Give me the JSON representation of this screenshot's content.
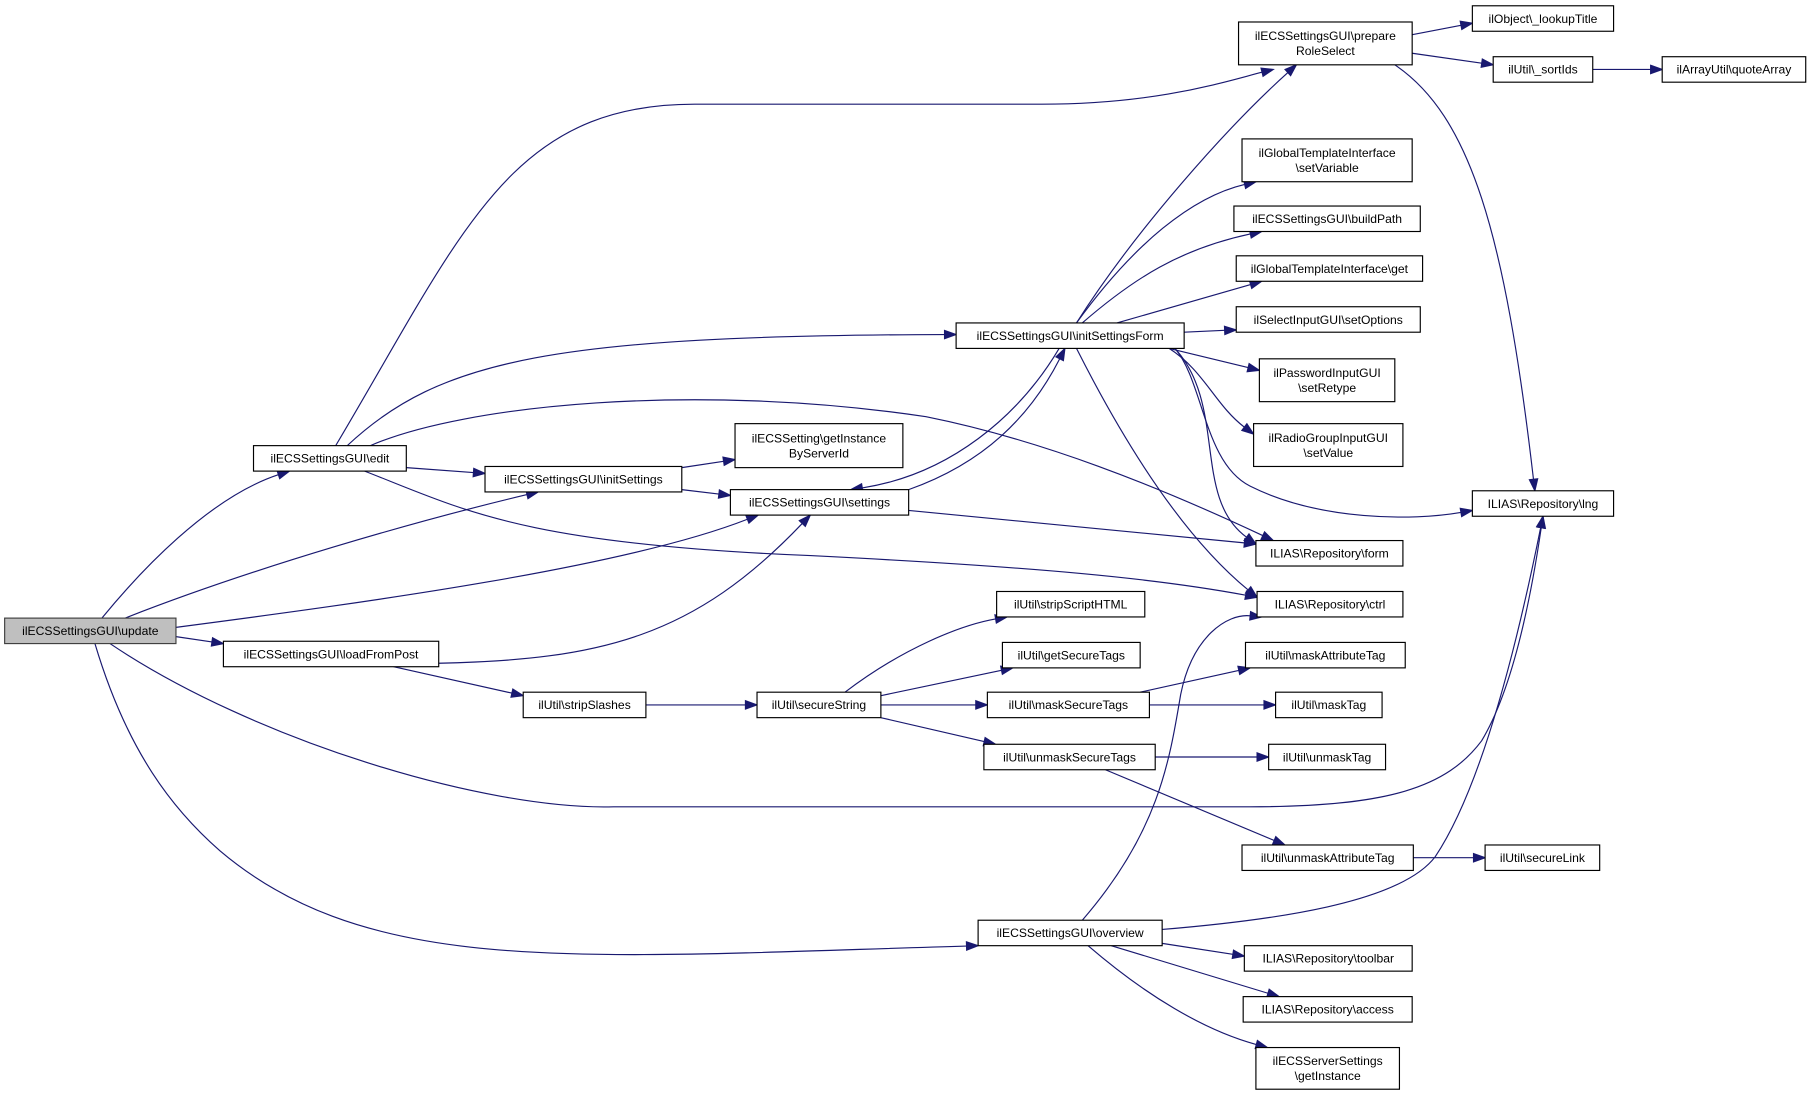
{
  "diagram": {
    "type": "call-graph",
    "root": "update",
    "colors": {
      "edge": "#191970",
      "root_fill": "#bfbfbf",
      "node_fill": "#ffffff",
      "node_border": "#000000"
    },
    "nodes": [
      {
        "id": "update",
        "lines": [
          "ilECSSettingsGUI\\update"
        ],
        "root": true
      },
      {
        "id": "edit",
        "lines": [
          "ilECSSettingsGUI\\edit"
        ]
      },
      {
        "id": "loadFromPost",
        "lines": [
          "ilECSSettingsGUI\\loadFromPost"
        ]
      },
      {
        "id": "initSettings",
        "lines": [
          "ilECSSettingsGUI\\initSettings"
        ]
      },
      {
        "id": "getInstanceByServerId",
        "lines": [
          "ilECSSetting\\getInstance",
          "ByServerId"
        ]
      },
      {
        "id": "settings",
        "lines": [
          "ilECSSettingsGUI\\settings"
        ]
      },
      {
        "id": "initSettingsForm",
        "lines": [
          "ilECSSettingsGUI\\initSettingsForm"
        ]
      },
      {
        "id": "prepareRoleSelect",
        "lines": [
          "ilECSSettingsGUI\\prepare",
          "RoleSelect"
        ]
      },
      {
        "id": "lookupTitle",
        "lines": [
          "ilObject\\_lookupTitle"
        ]
      },
      {
        "id": "sortIds",
        "lines": [
          "ilUtil\\_sortIds"
        ]
      },
      {
        "id": "quoteArray",
        "lines": [
          "ilArrayUtil\\quoteArray"
        ]
      },
      {
        "id": "setVariable",
        "lines": [
          "ilGlobalTemplateInterface",
          "\\setVariable"
        ]
      },
      {
        "id": "buildPath",
        "lines": [
          "ilECSSettingsGUI\\buildPath"
        ]
      },
      {
        "id": "tplGet",
        "lines": [
          "ilGlobalTemplateInterface\\get"
        ]
      },
      {
        "id": "setOptions",
        "lines": [
          "ilSelectInputGUI\\setOptions"
        ]
      },
      {
        "id": "setRetype",
        "lines": [
          "ilPasswordInputGUI",
          "\\setRetype"
        ]
      },
      {
        "id": "radioSetValue",
        "lines": [
          "ilRadioGroupInputGUI",
          "\\setValue"
        ]
      },
      {
        "id": "lng",
        "lines": [
          "ILIAS\\Repository\\lng"
        ]
      },
      {
        "id": "form",
        "lines": [
          "ILIAS\\Repository\\form"
        ]
      },
      {
        "id": "ctrl",
        "lines": [
          "ILIAS\\Repository\\ctrl"
        ]
      },
      {
        "id": "stripScriptHTML",
        "lines": [
          "ilUtil\\stripScriptHTML"
        ]
      },
      {
        "id": "getSecureTags",
        "lines": [
          "ilUtil\\getSecureTags"
        ]
      },
      {
        "id": "maskAttributeTag",
        "lines": [
          "ilUtil\\maskAttributeTag"
        ]
      },
      {
        "id": "stripSlashes",
        "lines": [
          "ilUtil\\stripSlashes"
        ]
      },
      {
        "id": "secureString",
        "lines": [
          "ilUtil\\secureString"
        ]
      },
      {
        "id": "maskSecureTags",
        "lines": [
          "ilUtil\\maskSecureTags"
        ]
      },
      {
        "id": "maskTag",
        "lines": [
          "ilUtil\\maskTag"
        ]
      },
      {
        "id": "unmaskSecureTags",
        "lines": [
          "ilUtil\\unmaskSecureTags"
        ]
      },
      {
        "id": "unmaskTag",
        "lines": [
          "ilUtil\\unmaskTag"
        ]
      },
      {
        "id": "unmaskAttributeTag",
        "lines": [
          "ilUtil\\unmaskAttributeTag"
        ]
      },
      {
        "id": "secureLink",
        "lines": [
          "ilUtil\\secureLink"
        ]
      },
      {
        "id": "overview",
        "lines": [
          "ilECSSettingsGUI\\overview"
        ]
      },
      {
        "id": "toolbar",
        "lines": [
          "ILIAS\\Repository\\toolbar"
        ]
      },
      {
        "id": "access",
        "lines": [
          "ILIAS\\Repository\\access"
        ]
      },
      {
        "id": "getInstance",
        "lines": [
          "ilECSServerSettings",
          "\\getInstance"
        ]
      }
    ],
    "edges": [
      [
        "update",
        "edit"
      ],
      [
        "update",
        "loadFromPost"
      ],
      [
        "update",
        "initSettings"
      ],
      [
        "update",
        "settings"
      ],
      [
        "update",
        "lng"
      ],
      [
        "update",
        "overview"
      ],
      [
        "edit",
        "initSettings"
      ],
      [
        "edit",
        "initSettingsForm"
      ],
      [
        "edit",
        "prepareRoleSelect"
      ],
      [
        "edit",
        "form"
      ],
      [
        "edit",
        "ctrl"
      ],
      [
        "loadFromPost",
        "settings"
      ],
      [
        "loadFromPost",
        "stripSlashes"
      ],
      [
        "initSettings",
        "getInstanceByServerId"
      ],
      [
        "initSettings",
        "settings"
      ],
      [
        "settings",
        "initSettingsForm"
      ],
      [
        "settings",
        "form"
      ],
      [
        "initSettingsForm",
        "prepareRoleSelect"
      ],
      [
        "initSettingsForm",
        "setVariable"
      ],
      [
        "initSettingsForm",
        "buildPath"
      ],
      [
        "initSettingsForm",
        "tplGet"
      ],
      [
        "initSettingsForm",
        "setOptions"
      ],
      [
        "initSettingsForm",
        "setRetype"
      ],
      [
        "initSettingsForm",
        "radioSetValue"
      ],
      [
        "initSettingsForm",
        "lng"
      ],
      [
        "initSettingsForm",
        "form"
      ],
      [
        "initSettingsForm",
        "ctrl"
      ],
      [
        "initSettingsForm",
        "settings"
      ],
      [
        "prepareRoleSelect",
        "lookupTitle"
      ],
      [
        "prepareRoleSelect",
        "sortIds"
      ],
      [
        "prepareRoleSelect",
        "lng"
      ],
      [
        "sortIds",
        "quoteArray"
      ],
      [
        "stripSlashes",
        "secureString"
      ],
      [
        "secureString",
        "stripScriptHTML"
      ],
      [
        "secureString",
        "getSecureTags"
      ],
      [
        "secureString",
        "maskSecureTags"
      ],
      [
        "secureString",
        "unmaskSecureTags"
      ],
      [
        "maskSecureTags",
        "maskAttributeTag"
      ],
      [
        "maskSecureTags",
        "maskTag"
      ],
      [
        "unmaskSecureTags",
        "unmaskTag"
      ],
      [
        "unmaskSecureTags",
        "unmaskAttributeTag"
      ],
      [
        "unmaskAttributeTag",
        "secureLink"
      ],
      [
        "overview",
        "ctrl"
      ],
      [
        "overview",
        "lng"
      ],
      [
        "overview",
        "toolbar"
      ],
      [
        "overview",
        "access"
      ],
      [
        "overview",
        "getInstance"
      ]
    ]
  }
}
